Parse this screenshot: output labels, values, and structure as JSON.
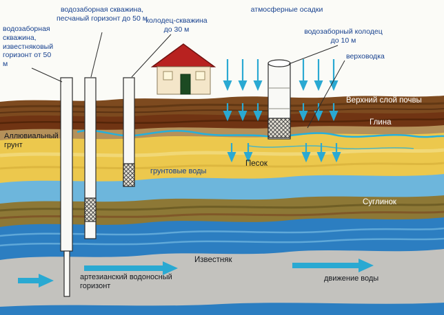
{
  "labels": {
    "well_limestone": "водозаборная скважина, известняковый горизонт от 50 м",
    "well_sand": "водозаборная скважина, песчаный горизонт до 50 м",
    "well_borehole": "колодец-скважина до 30 м",
    "precipitation": "атмосферные осадки",
    "intake_well": "водозаборный колодец до 10 м",
    "perched_water": "верховодка",
    "topsoil": "Верхний слой почвы",
    "clay": "Глина",
    "alluvial": "Аллювиальный грунт",
    "groundwater": "грунтовые воды",
    "sand": "Песок",
    "loam": "Суглинок",
    "limestone": "Известняк",
    "artesian": "артезианский водоносный горизонт",
    "water_movement": "движение воды"
  },
  "colors": {
    "arrow_blue": "#2aa9d2",
    "label_blue": "#17418f",
    "topsoil_brown": "#7d4a1f",
    "clay_brown": "#703413",
    "sand_yellow": "#ecc84d",
    "water_light": "#6db6dc",
    "loam_olive": "#8d7836",
    "water_deep": "#2c7ec1",
    "limestone_gray": "#c3c2be",
    "roof_red": "#b82220",
    "house_wall": "#f4e6c9"
  }
}
